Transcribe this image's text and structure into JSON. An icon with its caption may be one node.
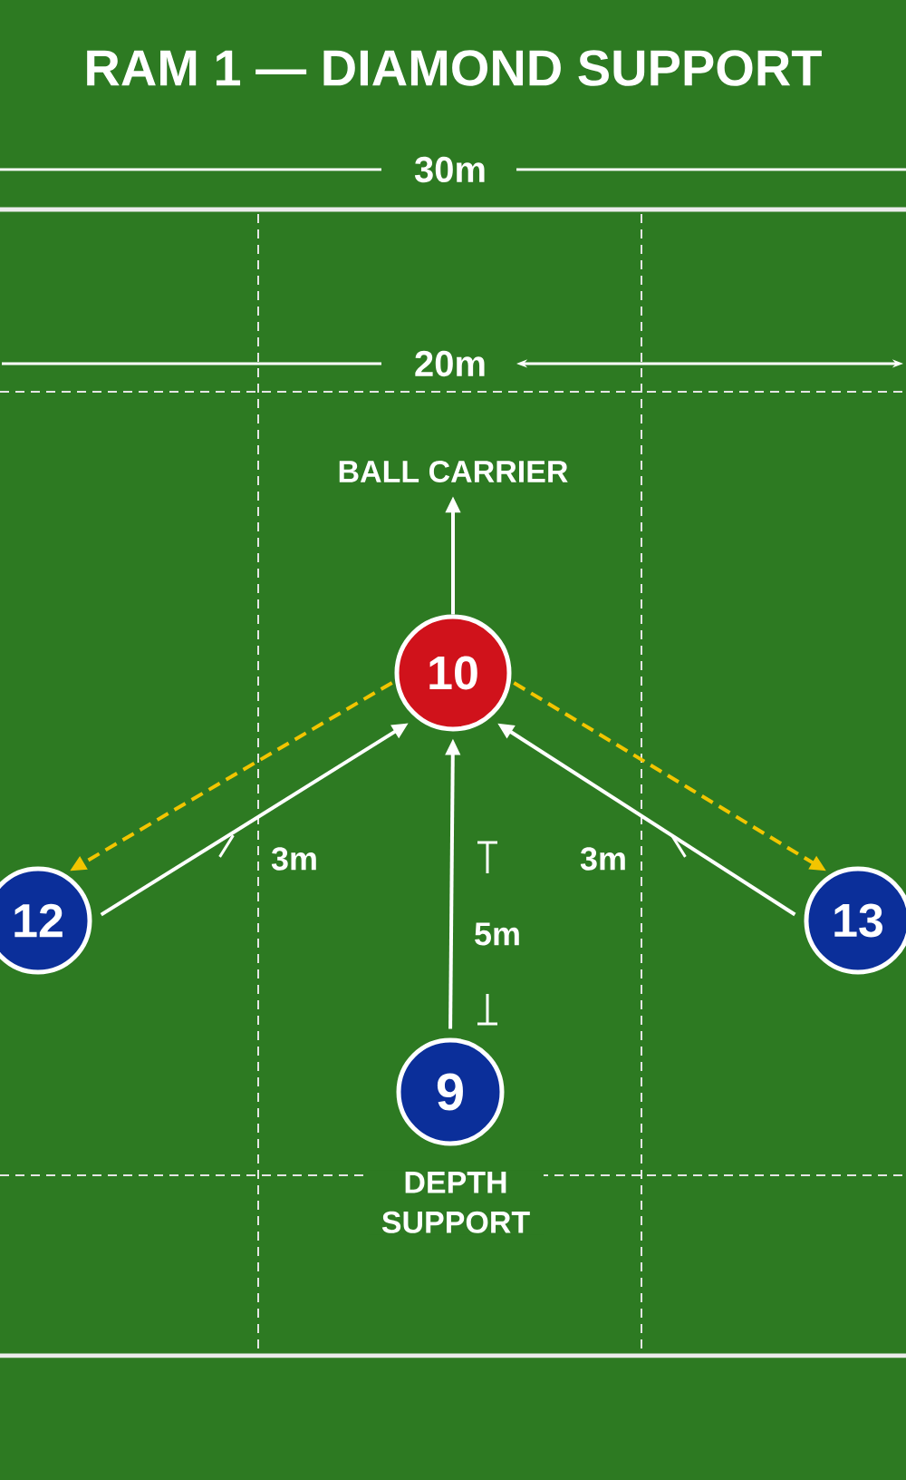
{
  "diagram": {
    "title": "RAM 1 — DIAMOND SUPPORT",
    "nodes": [
      {
        "text": [
          "10"
        ]
      },
      {
        "text": [
          "12"
        ]
      },
      {
        "text": [
          "13"
        ]
      },
      {
        "text": [
          "9"
        ],
        "beside": [
          "DEPTH SUPPORT"
        ]
      },
      {
        "text": [
          "BALL CARRIER"
        ]
      }
    ],
    "edges": [
      {
        "from": 0,
        "to": 4,
        "arrow": "to"
      },
      {
        "from": 1,
        "to": 0,
        "arrow": "to"
      },
      {
        "from": 3,
        "to": 0,
        "arrow": "to"
      },
      {
        "from": 2,
        "to": 0,
        "arrow": "to"
      },
      {
        "from": 0,
        "to": 1,
        "arrow": "to",
        "style": "dashed",
        "color": "#f2c500"
      },
      {
        "from": 0,
        "to": 2,
        "arrow": "to",
        "style": "dashed",
        "color": "#f2c500"
      }
    ],
    "labels": [
      "30m",
      "20m",
      "3m",
      "3m",
      "5m"
    ]
  }
}
